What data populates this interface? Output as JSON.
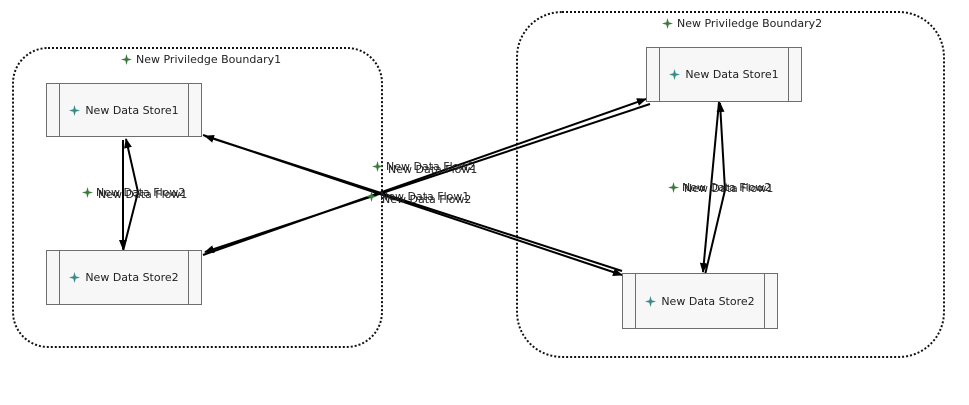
{
  "boundaries": [
    {
      "label": "New Priviledge Boundary1"
    },
    {
      "label": "New Priviledge Boundary2"
    }
  ],
  "stores": [
    {
      "label": "New Data Store1"
    },
    {
      "label": "New Data Store2"
    },
    {
      "label": "New Data Store1"
    },
    {
      "label": "New Data Store2"
    }
  ],
  "flows": {
    "left_a": "New Data Flow2",
    "left_b": "New Data Flow1",
    "mid_a": "New Data Flow2",
    "mid_b": "New Data Flow1",
    "mid_c": "New Data Flow1",
    "mid_d": "New Data Flow2",
    "right_a": "New Data Flow2",
    "right_b": "New Data Flow1"
  },
  "colors": {
    "icon_green": "#3c7a3c",
    "icon_teal": "#3a8a8a",
    "line": "#000000"
  }
}
